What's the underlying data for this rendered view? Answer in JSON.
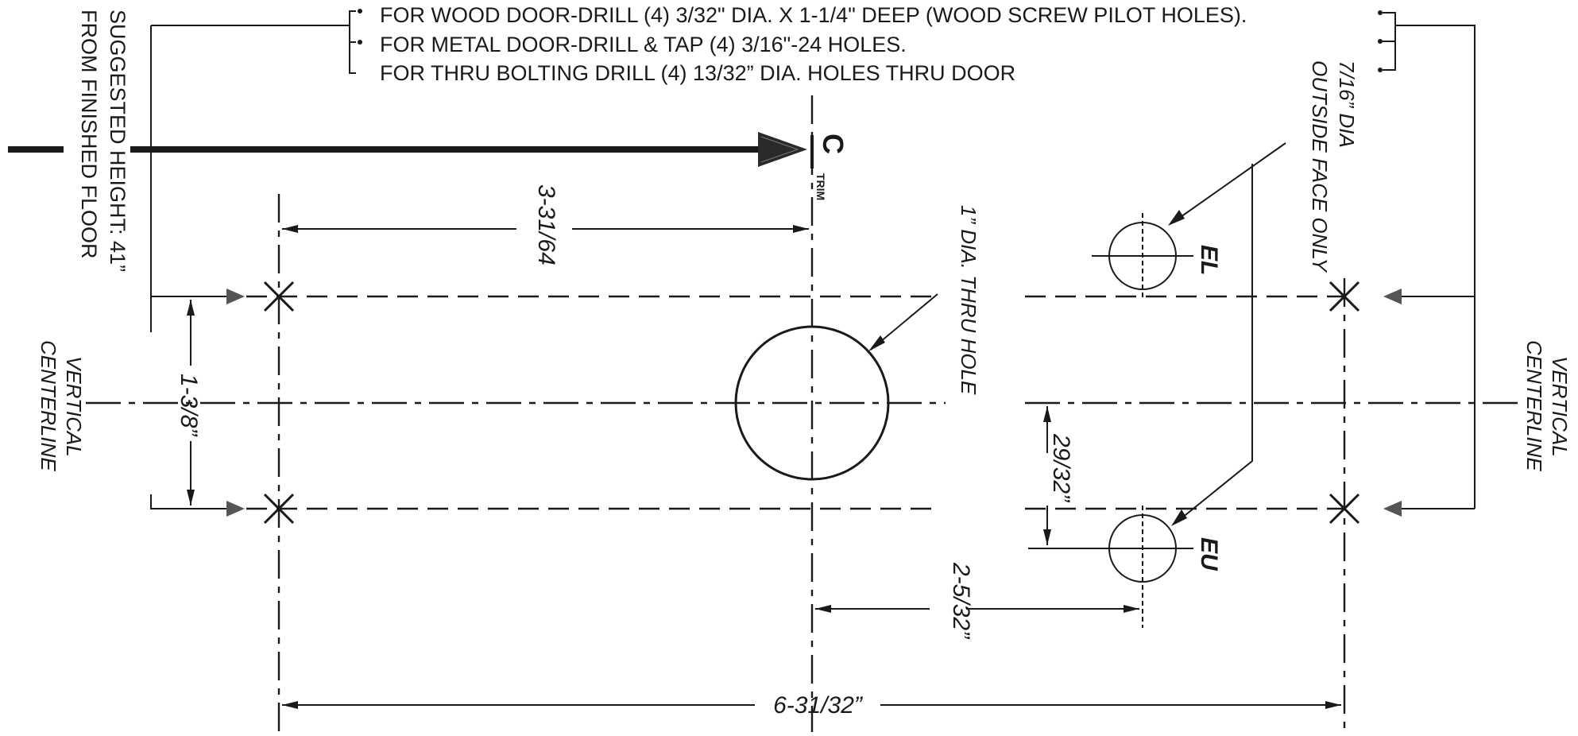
{
  "notes": [
    "FOR WOOD DOOR-DRILL (4) 3/32\" DIA. X 1-1/4\" DEEP (WOOD SCREW PILOT HOLES).",
    "FOR METAL DOOR-DRILL & TAP (4) 3/16\"-24 HOLES.",
    "FOR THRU BOLTING DRILL (4) 13/32” DIA. HOLES THRU DOOR"
  ],
  "suggested_height": {
    "line1": "SUGGESTED HEIGHT: 41”",
    "line2": "FROM FINISHED FLOOR"
  },
  "centerline_trim": {
    "symbol": "C",
    "subscript": "TRIM"
  },
  "vertical_centerline_left": {
    "line1": "VERTICAL",
    "line2": "CENTERLINE"
  },
  "vertical_centerline_right": {
    "line1": "VERTICAL",
    "line2": "CENTERLINE"
  },
  "dimensions": {
    "top_offset": "3-31/64",
    "vertical_spacing": "1-3/8”",
    "eu_offset": "29/32”",
    "eu_horizontal": "2-5/32”",
    "overall_width": "6-31/32”"
  },
  "callouts": {
    "thru_hole": "1” DIA. THRU HOLE",
    "small_hole_line1": "7/16” DIA",
    "small_hole_line2": "OUTSIDE FACE ONLY"
  },
  "hole_labels": {
    "el": "EL",
    "eu": "EU"
  }
}
